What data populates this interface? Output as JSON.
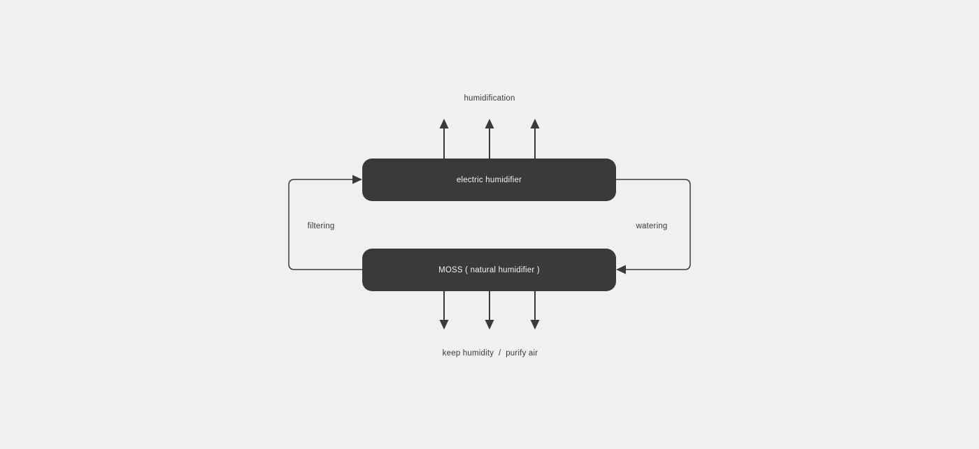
{
  "theme": {
    "bg": "#f0f0f0",
    "node": "#3a3a3a",
    "nodeText": "#f2f2f2",
    "line": "#3a3a3a",
    "label": "#3a3a3a"
  },
  "diagram": {
    "nodes": [
      {
        "id": "electric-humidifier",
        "label": "electric humidifier"
      },
      {
        "id": "moss",
        "label": "MOSS ( natural humidifier )"
      }
    ],
    "labels": {
      "humidification": "humidification",
      "filtering": "filtering",
      "watering": "watering",
      "output": "keep humidity  /  purify air"
    },
    "edges": [
      {
        "from": "moss",
        "to": "electric-humidifier",
        "label": "filtering"
      },
      {
        "from": "electric-humidifier",
        "to": "moss",
        "label": "watering"
      },
      {
        "from": "electric-humidifier",
        "to": "air",
        "label": "humidification"
      },
      {
        "from": "moss",
        "to": "air",
        "label": "keep humidity  /  purify air"
      }
    ]
  }
}
